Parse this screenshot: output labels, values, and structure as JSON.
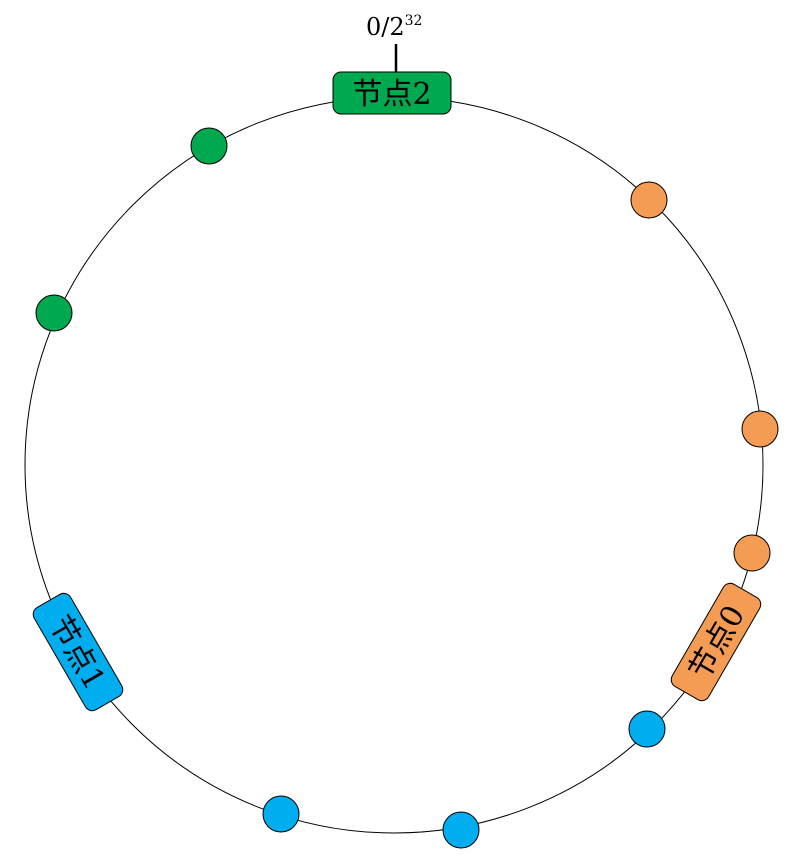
{
  "diagram": {
    "top_label": {
      "base": "0/2",
      "exponent": "32"
    },
    "nodes": [
      {
        "label": "节点2",
        "color": "#00a84f"
      },
      {
        "label": "节点0",
        "color": "#f49b54"
      },
      {
        "label": "节点1",
        "color": "#00aeef"
      }
    ],
    "virtual_nodes": [
      {
        "owner": "节点2",
        "color": "#00a84f"
      },
      {
        "owner": "节点2",
        "color": "#00a84f"
      },
      {
        "owner": "节点0",
        "color": "#f49b54"
      },
      {
        "owner": "节点0",
        "color": "#f49b54"
      },
      {
        "owner": "节点0",
        "color": "#f49b54"
      },
      {
        "owner": "节点1",
        "color": "#00aeef"
      },
      {
        "owner": "节点1",
        "color": "#00aeef"
      },
      {
        "owner": "节点1",
        "color": "#00aeef"
      }
    ]
  }
}
